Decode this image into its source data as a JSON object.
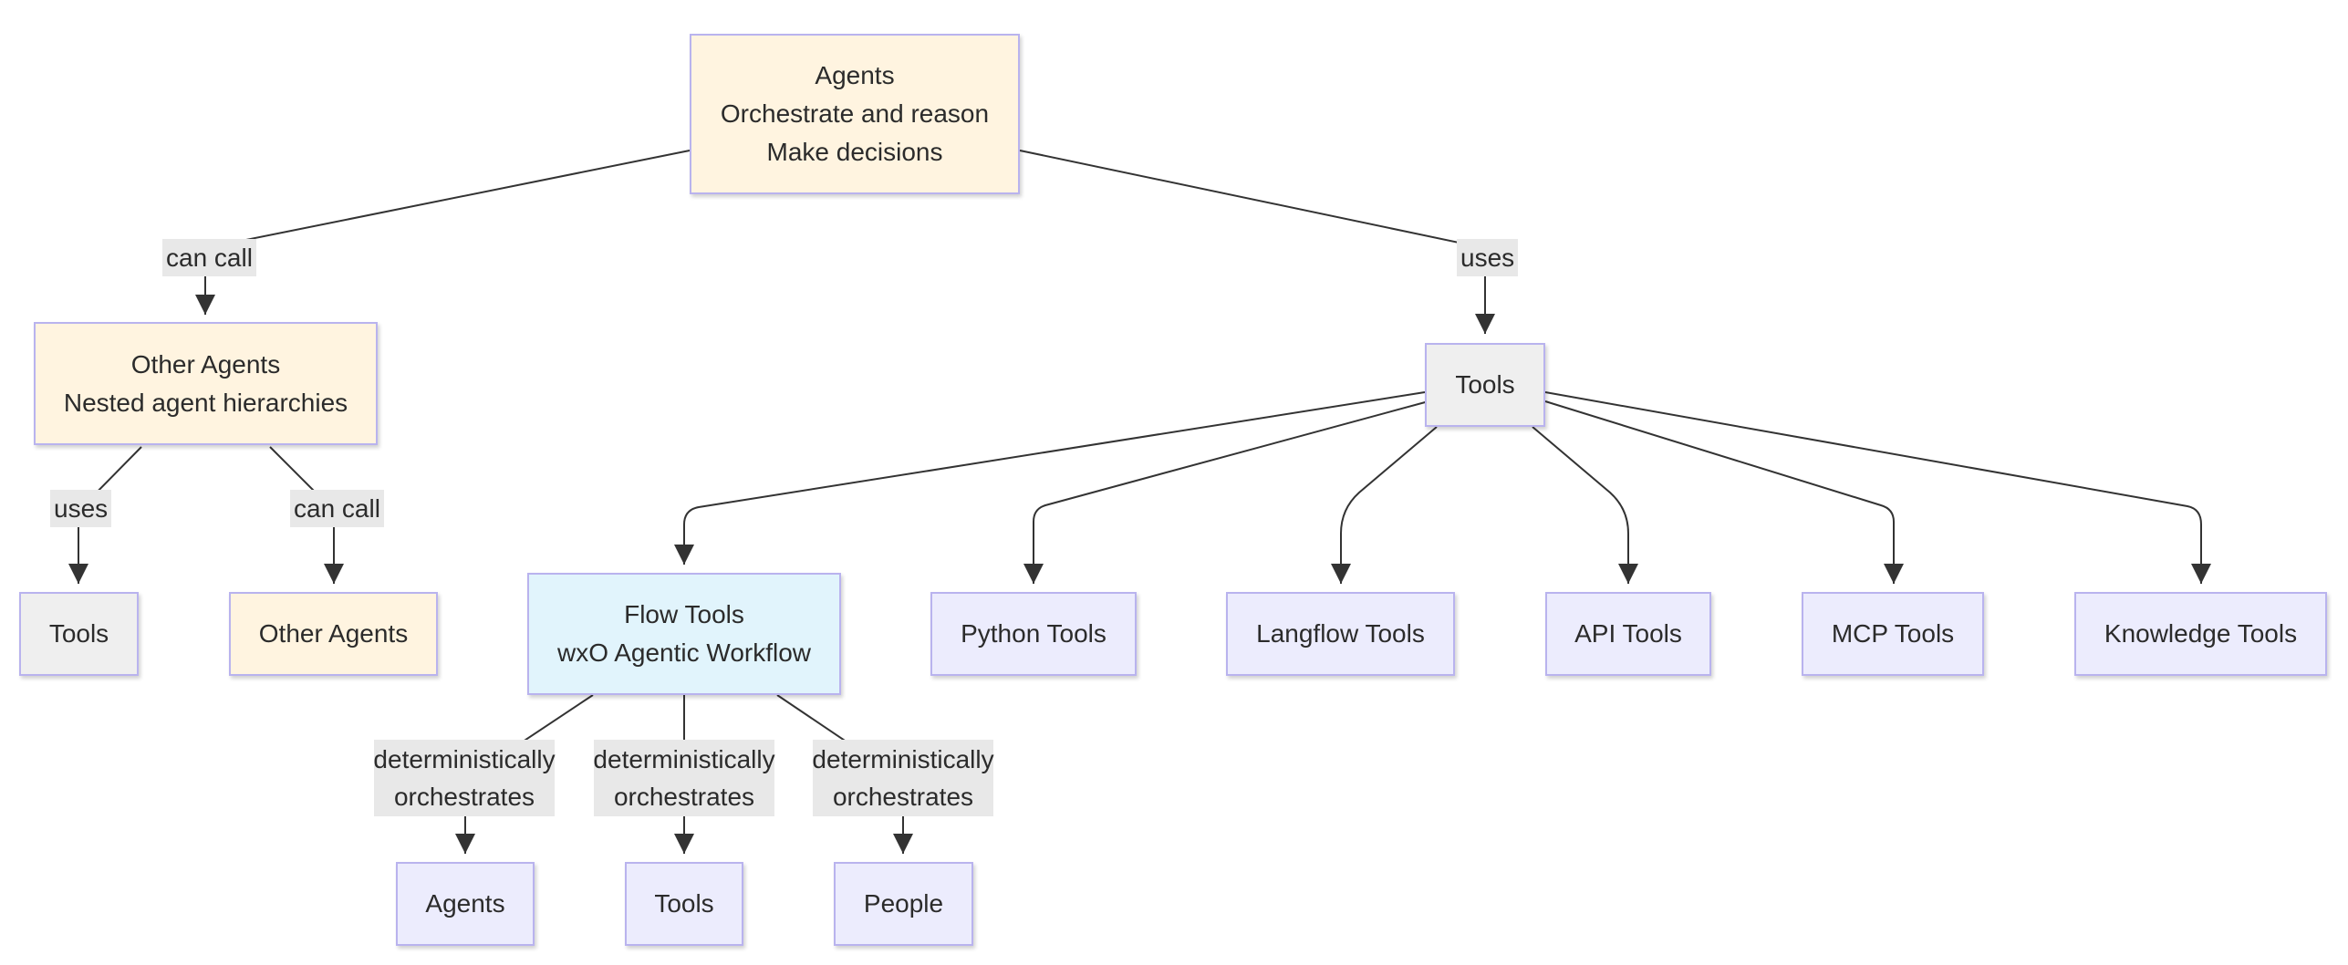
{
  "nodes": {
    "agents_root": {
      "title": "Agents",
      "line1": "Orchestrate and reason",
      "line2": "Make decisions"
    },
    "other_agents": {
      "title": "Other Agents",
      "line1": "Nested agent hierarchies"
    },
    "tools_main": {
      "title": "Tools"
    },
    "tools_left": {
      "title": "Tools"
    },
    "other_agents_leaf": {
      "title": "Other Agents"
    },
    "flow_tools": {
      "title": "Flow Tools",
      "line1": "wxO Agentic Workflow"
    },
    "python_tools": {
      "title": "Python Tools"
    },
    "langflow_tools": {
      "title": "Langflow Tools"
    },
    "api_tools": {
      "title": "API Tools"
    },
    "mcp_tools": {
      "title": "MCP Tools"
    },
    "knowledge_tools": {
      "title": "Knowledge Tools"
    },
    "agents_leaf": {
      "title": "Agents"
    },
    "tools_leaf": {
      "title": "Tools"
    },
    "people_leaf": {
      "title": "People"
    }
  },
  "edge_labels": {
    "can_call_1": "can call",
    "uses_1": "uses",
    "uses_2": "uses",
    "can_call_2": "can call",
    "det_1_a": "deterministically",
    "det_1_b": "orchestrates",
    "det_2_a": "deterministically",
    "det_2_b": "orchestrates",
    "det_3_a": "deterministically",
    "det_3_b": "orchestrates"
  },
  "colors": {
    "agent_fill": "#fff4e0",
    "tool_fill": "#efefef",
    "flow_fill": "#e1f4fc",
    "leaf_fill": "#ececfd",
    "border": "#b9b3ee",
    "edge": "#333333",
    "label_bg": "#e8e8e8"
  }
}
